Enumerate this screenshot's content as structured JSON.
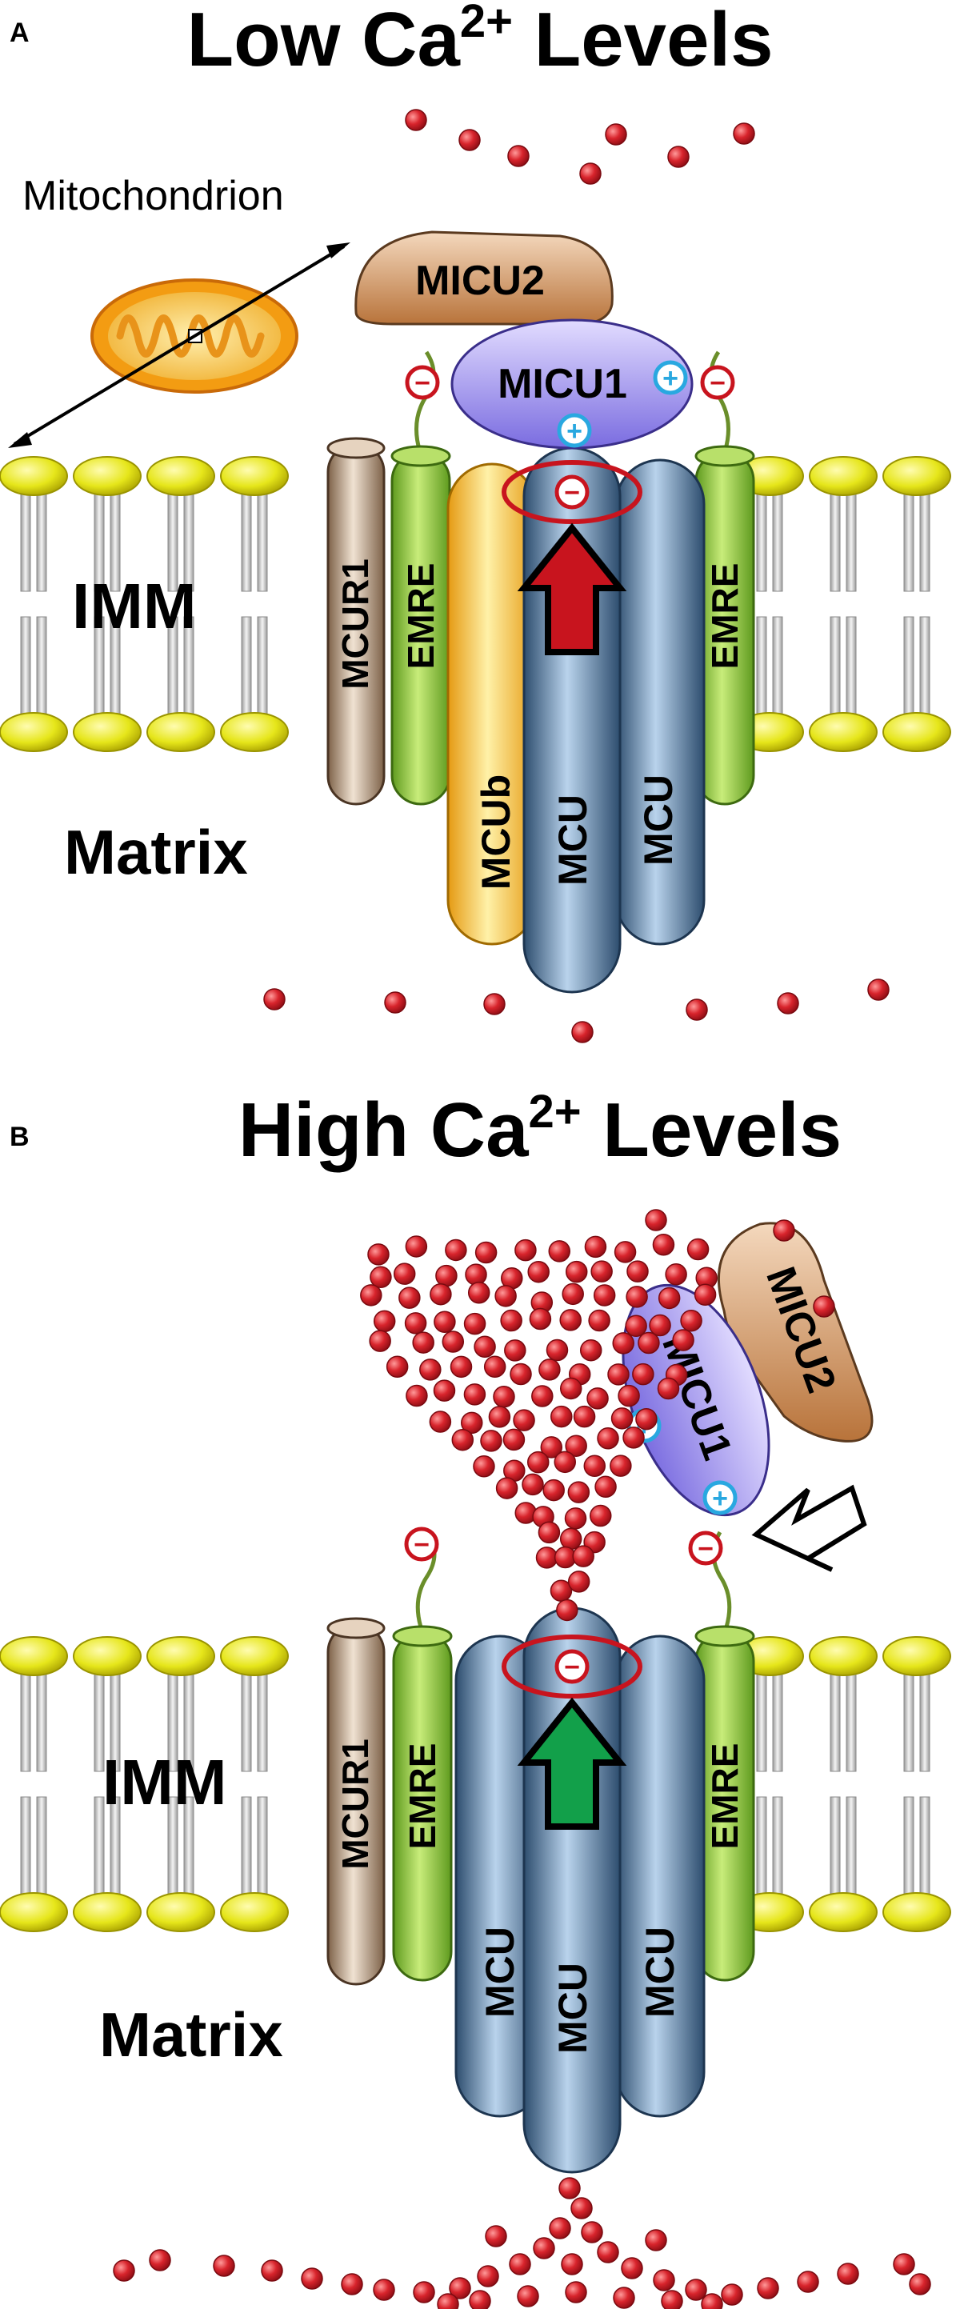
{
  "panels": [
    {
      "letter": "A",
      "title_prefix": "Low Ca",
      "title_sup": "2+",
      "title_suffix": " Levels",
      "organelle_label": "Mitochondrion",
      "membrane_label": "IMM",
      "matrix_label": "Matrix",
      "proteins": {
        "micu2": "MICU2",
        "micu1": "MICU1",
        "mcur1": "MCUR1",
        "emre_left": "EMRE",
        "emre_right": "EMRE",
        "mcub": "MCUb",
        "mcu_1": "MCU",
        "mcu_2": "MCU"
      },
      "pore_state": "closed",
      "arrow_color": "#c8141e"
    },
    {
      "letter": "B",
      "title_prefix": "High Ca",
      "title_sup": "2+",
      "title_suffix": " Levels",
      "membrane_label": "IMM",
      "matrix_label": "Matrix",
      "proteins": {
        "micu2": "MICU2",
        "micu1": "MICU1",
        "mcur1": "MCUR1",
        "emre_left": "EMRE",
        "emre_right": "EMRE",
        "mcu_1": "MCU",
        "mcu_2": "MCU",
        "mcu_3": "MCU"
      },
      "pore_state": "open",
      "arrow_color": "#12a04a"
    }
  ],
  "charges": {
    "plus": "+",
    "minus": "−"
  },
  "colors": {
    "lipid_head": "#e6e61a",
    "calcium": "#d8242c",
    "mcu": "#6e96bd",
    "mcub": "#f2c43a",
    "emre": "#8cc63f",
    "mcur1": "#b39479",
    "micu1": "#8f83e6",
    "micu2": "#c98a4e",
    "charge_ring": "#c8141e",
    "plus_charge": "#29a8e0"
  }
}
